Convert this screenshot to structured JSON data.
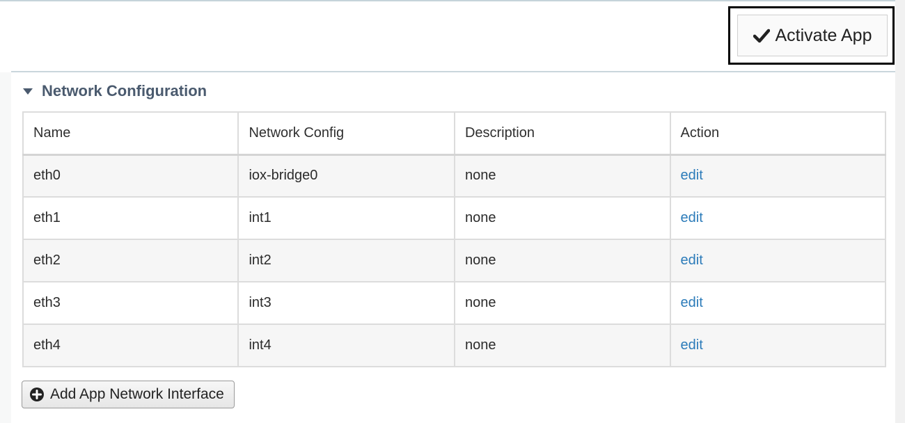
{
  "toolbar": {
    "activate_label": "Activate App",
    "activate_icon": "checkmark-icon"
  },
  "section": {
    "title": "Network Configuration",
    "toggle_icon": "caret-down-icon",
    "title_color": "#4a5a6e"
  },
  "table": {
    "columns": [
      "Name",
      "Network Config",
      "Description",
      "Action"
    ],
    "rows": [
      {
        "name": "eth0",
        "network_config": "iox-bridge0",
        "description": "none",
        "action": "edit"
      },
      {
        "name": "eth1",
        "network_config": "int1",
        "description": "none",
        "action": "edit"
      },
      {
        "name": "eth2",
        "network_config": "int2",
        "description": "none",
        "action": "edit"
      },
      {
        "name": "eth3",
        "network_config": "int3",
        "description": "none",
        "action": "edit"
      },
      {
        "name": "eth4",
        "network_config": "int4",
        "description": "none",
        "action": "edit"
      }
    ],
    "link_color": "#2b7bb9"
  },
  "footer": {
    "add_label": "Add App Network Interface",
    "add_icon": "plus-circle-icon"
  }
}
